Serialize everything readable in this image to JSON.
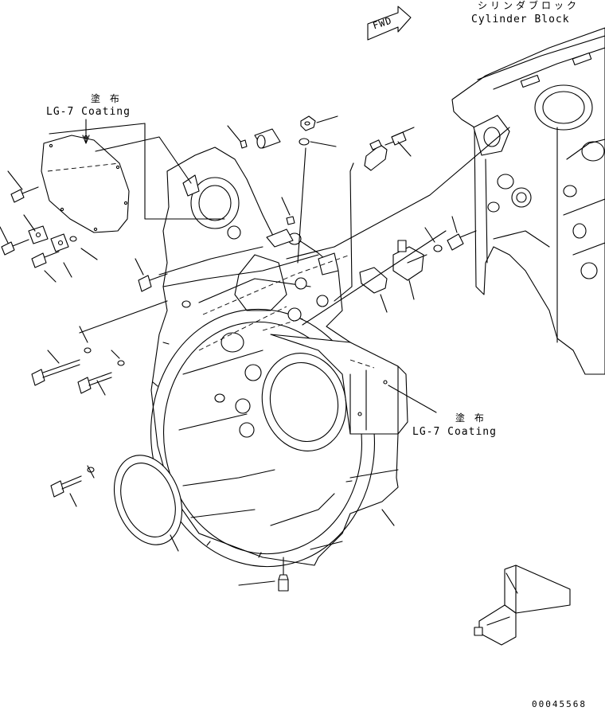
{
  "labels": {
    "cylinder_block_jp": "シリンダブロック",
    "cylinder_block_en": "Cylinder Block",
    "coating_top_jp": "塗 布",
    "coating_top_en": "LG-7 Coating",
    "coating_right_jp": "塗 布",
    "coating_right_en": "LG-7 Coating",
    "fwd": "FWD",
    "drawing_number": "00045568"
  }
}
